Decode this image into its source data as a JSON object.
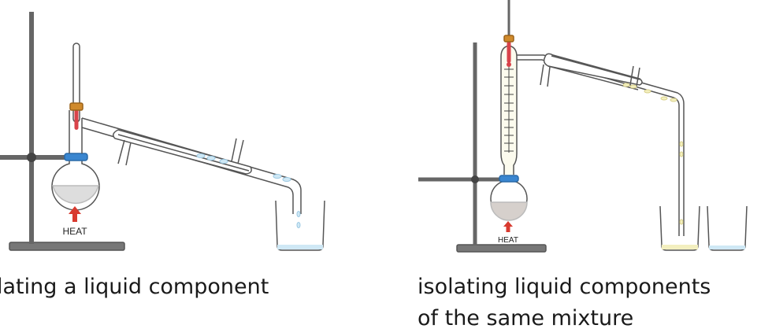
{
  "left_panel": {
    "caption": "lating a liquid component",
    "heat_label": "HEAT"
  },
  "right_panel": {
    "caption_line1": "isolating liquid components",
    "caption_line2": "of the same mixture",
    "heat_label": "HEAT"
  },
  "colors": {
    "stand": "#5f5f5f",
    "clamp_ring": "#3a86d0",
    "thermometer_red": "#d9434a",
    "arrow_red": "#d83a2f",
    "distillate_blue": "#cfe8f5",
    "distillate_yellow": "#f3efbf"
  }
}
